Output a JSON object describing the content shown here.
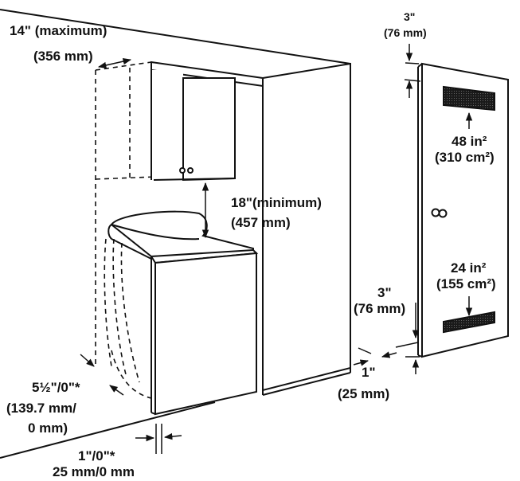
{
  "labels": {
    "max_depth": "14\" (maximum)",
    "max_depth_mm": "(356 mm)",
    "top_gap": "3\"",
    "top_gap_mm": "(76 mm)",
    "vent_top": "48 in²",
    "vent_top_metric": "(310 cm²)",
    "cabinet_clear": "18\"(minimum)",
    "cabinet_clear_mm": "(457 mm)",
    "vent_bottom": "24 in²",
    "vent_bottom_metric": "(155 cm²)",
    "bottom_gap": "3\"",
    "bottom_gap_mm": "(76 mm)",
    "side_gap": "1\"",
    "side_gap_mm": "(25 mm)",
    "rear_gap": "5½\"/0\"*",
    "rear_gap_mm_1": "(139.7 mm/",
    "rear_gap_mm_2": "0 mm)",
    "floor_gap": "1\"/0\"*",
    "floor_gap_mm": "25 mm/0 mm"
  }
}
